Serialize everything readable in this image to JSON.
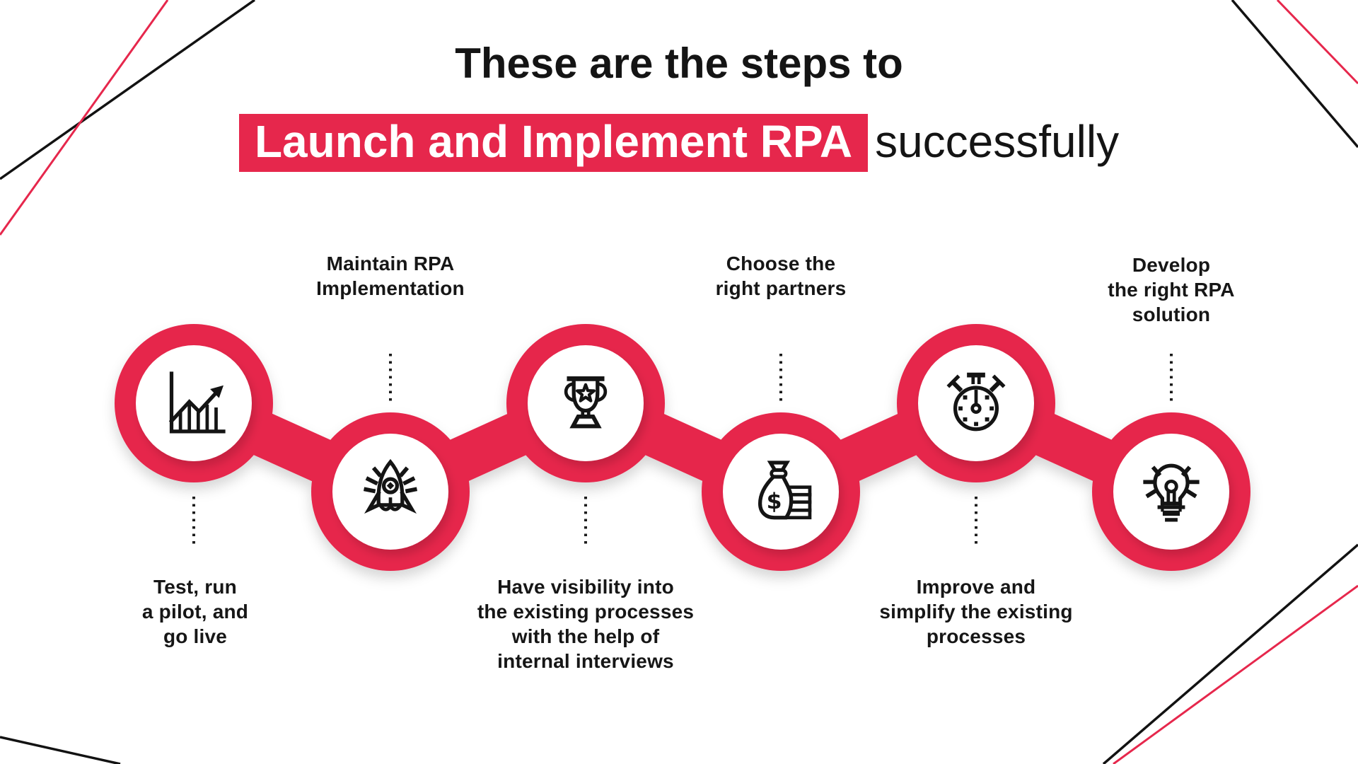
{
  "title": {
    "line1": "These are the steps to",
    "highlight": "Launch and Implement RPA",
    "suffix": "successfully"
  },
  "colors": {
    "accent": "#E6274C",
    "ink": "#141414",
    "background": "#FFFFFF"
  },
  "steps": [
    {
      "name": "test-run-pilot",
      "icon": "growth-chart-icon",
      "label_position": "below-circle",
      "label_lines": [
        "Test, run",
        "a pilot, and",
        "go live"
      ]
    },
    {
      "name": "maintain-rpa",
      "icon": "rocket-icon",
      "label_position": "above-circle",
      "label_lines": [
        "Maintain RPA",
        "Implementation"
      ]
    },
    {
      "name": "process-visibility",
      "icon": "trophy-icon",
      "label_position": "below-circle",
      "label_lines": [
        "Have visibility into",
        "the existing processes",
        "with the help of",
        "internal interviews"
      ]
    },
    {
      "name": "choose-partners",
      "icon": "money-bag-icon",
      "label_position": "above-circle",
      "label_lines": [
        "Choose the",
        "right partners"
      ]
    },
    {
      "name": "improve-simplify",
      "icon": "stopwatch-icon",
      "label_position": "below-circle",
      "label_lines": [
        "Improve and",
        "simplify the existing",
        "processes"
      ]
    },
    {
      "name": "develop-rpa-solution",
      "icon": "lightbulb-icon",
      "label_position": "above-circle",
      "label_lines": [
        "Develop",
        "the right RPA",
        "solution"
      ]
    }
  ],
  "money_bag_currency": "$"
}
